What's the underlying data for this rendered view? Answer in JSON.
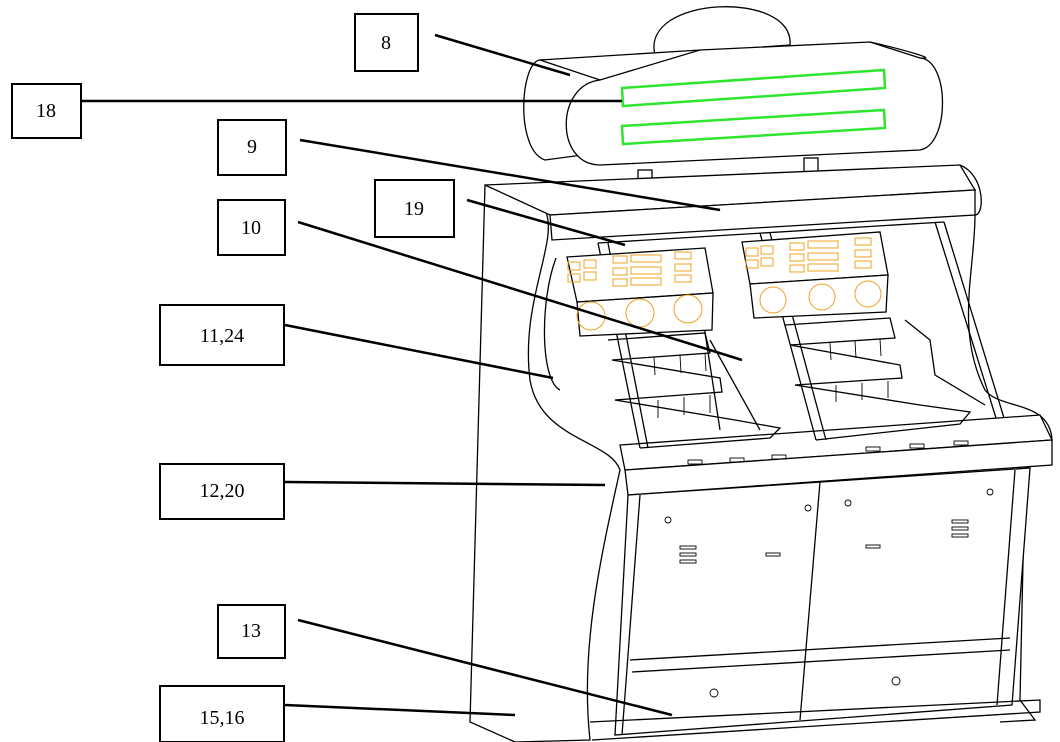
{
  "labels": [
    {
      "id": "8",
      "text": "8"
    },
    {
      "id": "18",
      "text": "18"
    },
    {
      "id": "9",
      "text": "9"
    },
    {
      "id": "19",
      "text": "19"
    },
    {
      "id": "10",
      "text": "10"
    },
    {
      "id": "11_24",
      "text": "11,24"
    },
    {
      "id": "12_20",
      "text": "12,20"
    },
    {
      "id": "13",
      "text": "13"
    },
    {
      "id": "15_16",
      "text": "15,16"
    }
  ],
  "colors": {
    "line": "#000000",
    "sign_strip": "#2ee62e",
    "control_buttons": "#f0a020",
    "background": "#ffffff"
  }
}
